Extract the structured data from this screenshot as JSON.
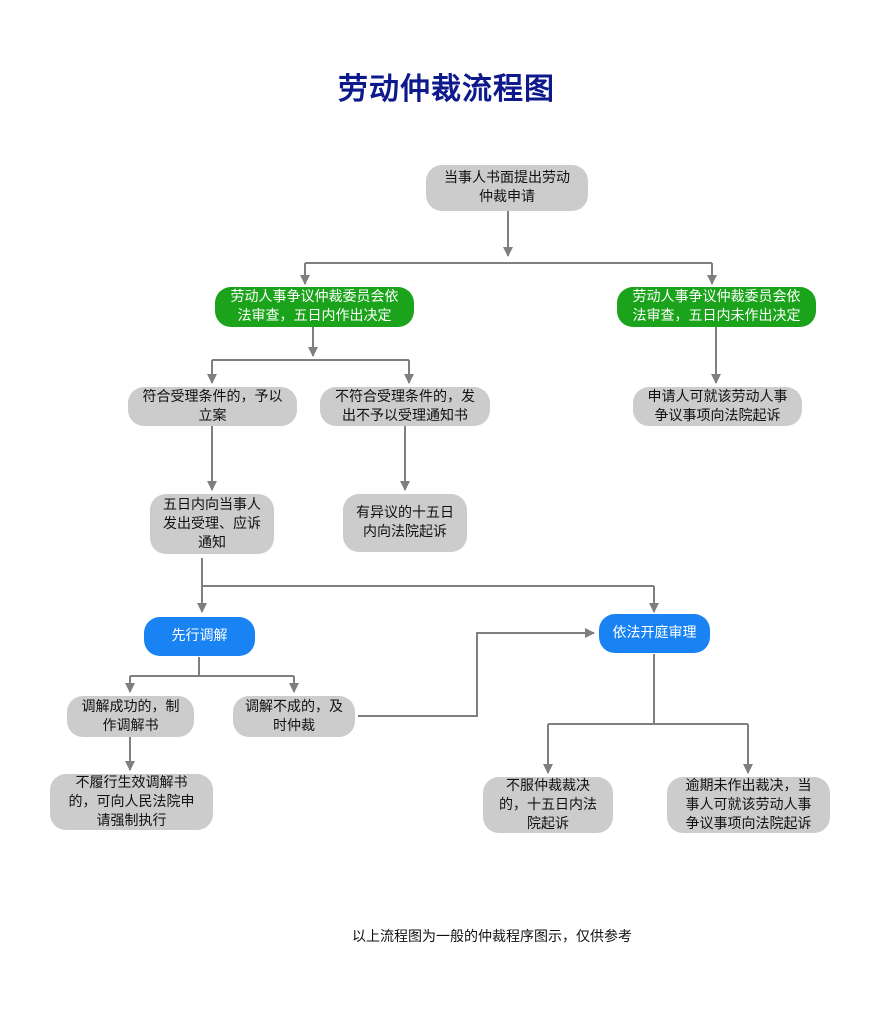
{
  "title": "劳动仲裁流程图",
  "nodes": {
    "start": "当事人书面提出劳动\n仲裁申请",
    "review_decided": "劳动人事争议仲裁委员会依\n法审查，五日内作出决定",
    "review_undecided": "劳动人事争议仲裁委员会依\n法审查，五日内未作出决定",
    "accepted": "符合受理条件的，予以\n立案",
    "rejected": "不符合受理条件的，发\n出不予以受理通知书",
    "sue_if_undecided": "申请人可就该劳动人事\n争议事项向法院起诉",
    "notify": "五日内向当事人\n发出受理、应诉\n通知",
    "objection_sue": "有异议的十五日\n内向法院起诉",
    "mediate_first": "先行调解",
    "hearing": "依法开庭审理",
    "mediation_success": "调解成功的，制\n作调解书",
    "mediation_failed": "调解不成的，及\n时仲裁",
    "enforce": "不履行生效调解书\n的，可向人民法院申\n请强制执行",
    "award_objection": "不服仲裁裁决\n的，十五日内法\n院起诉",
    "overdue_sue": "逾期未作出裁决，当\n事人可就该劳动人事\n争议事项向法院起诉"
  },
  "footer": "以上流程图为一般的仲裁程序图示，仅供参考",
  "colors": {
    "title": "#0e1a8c",
    "gray_node": "#cccccc",
    "green_node": "#1ba41b",
    "blue_node": "#1a83f4",
    "connector": "#7f7f7f"
  }
}
